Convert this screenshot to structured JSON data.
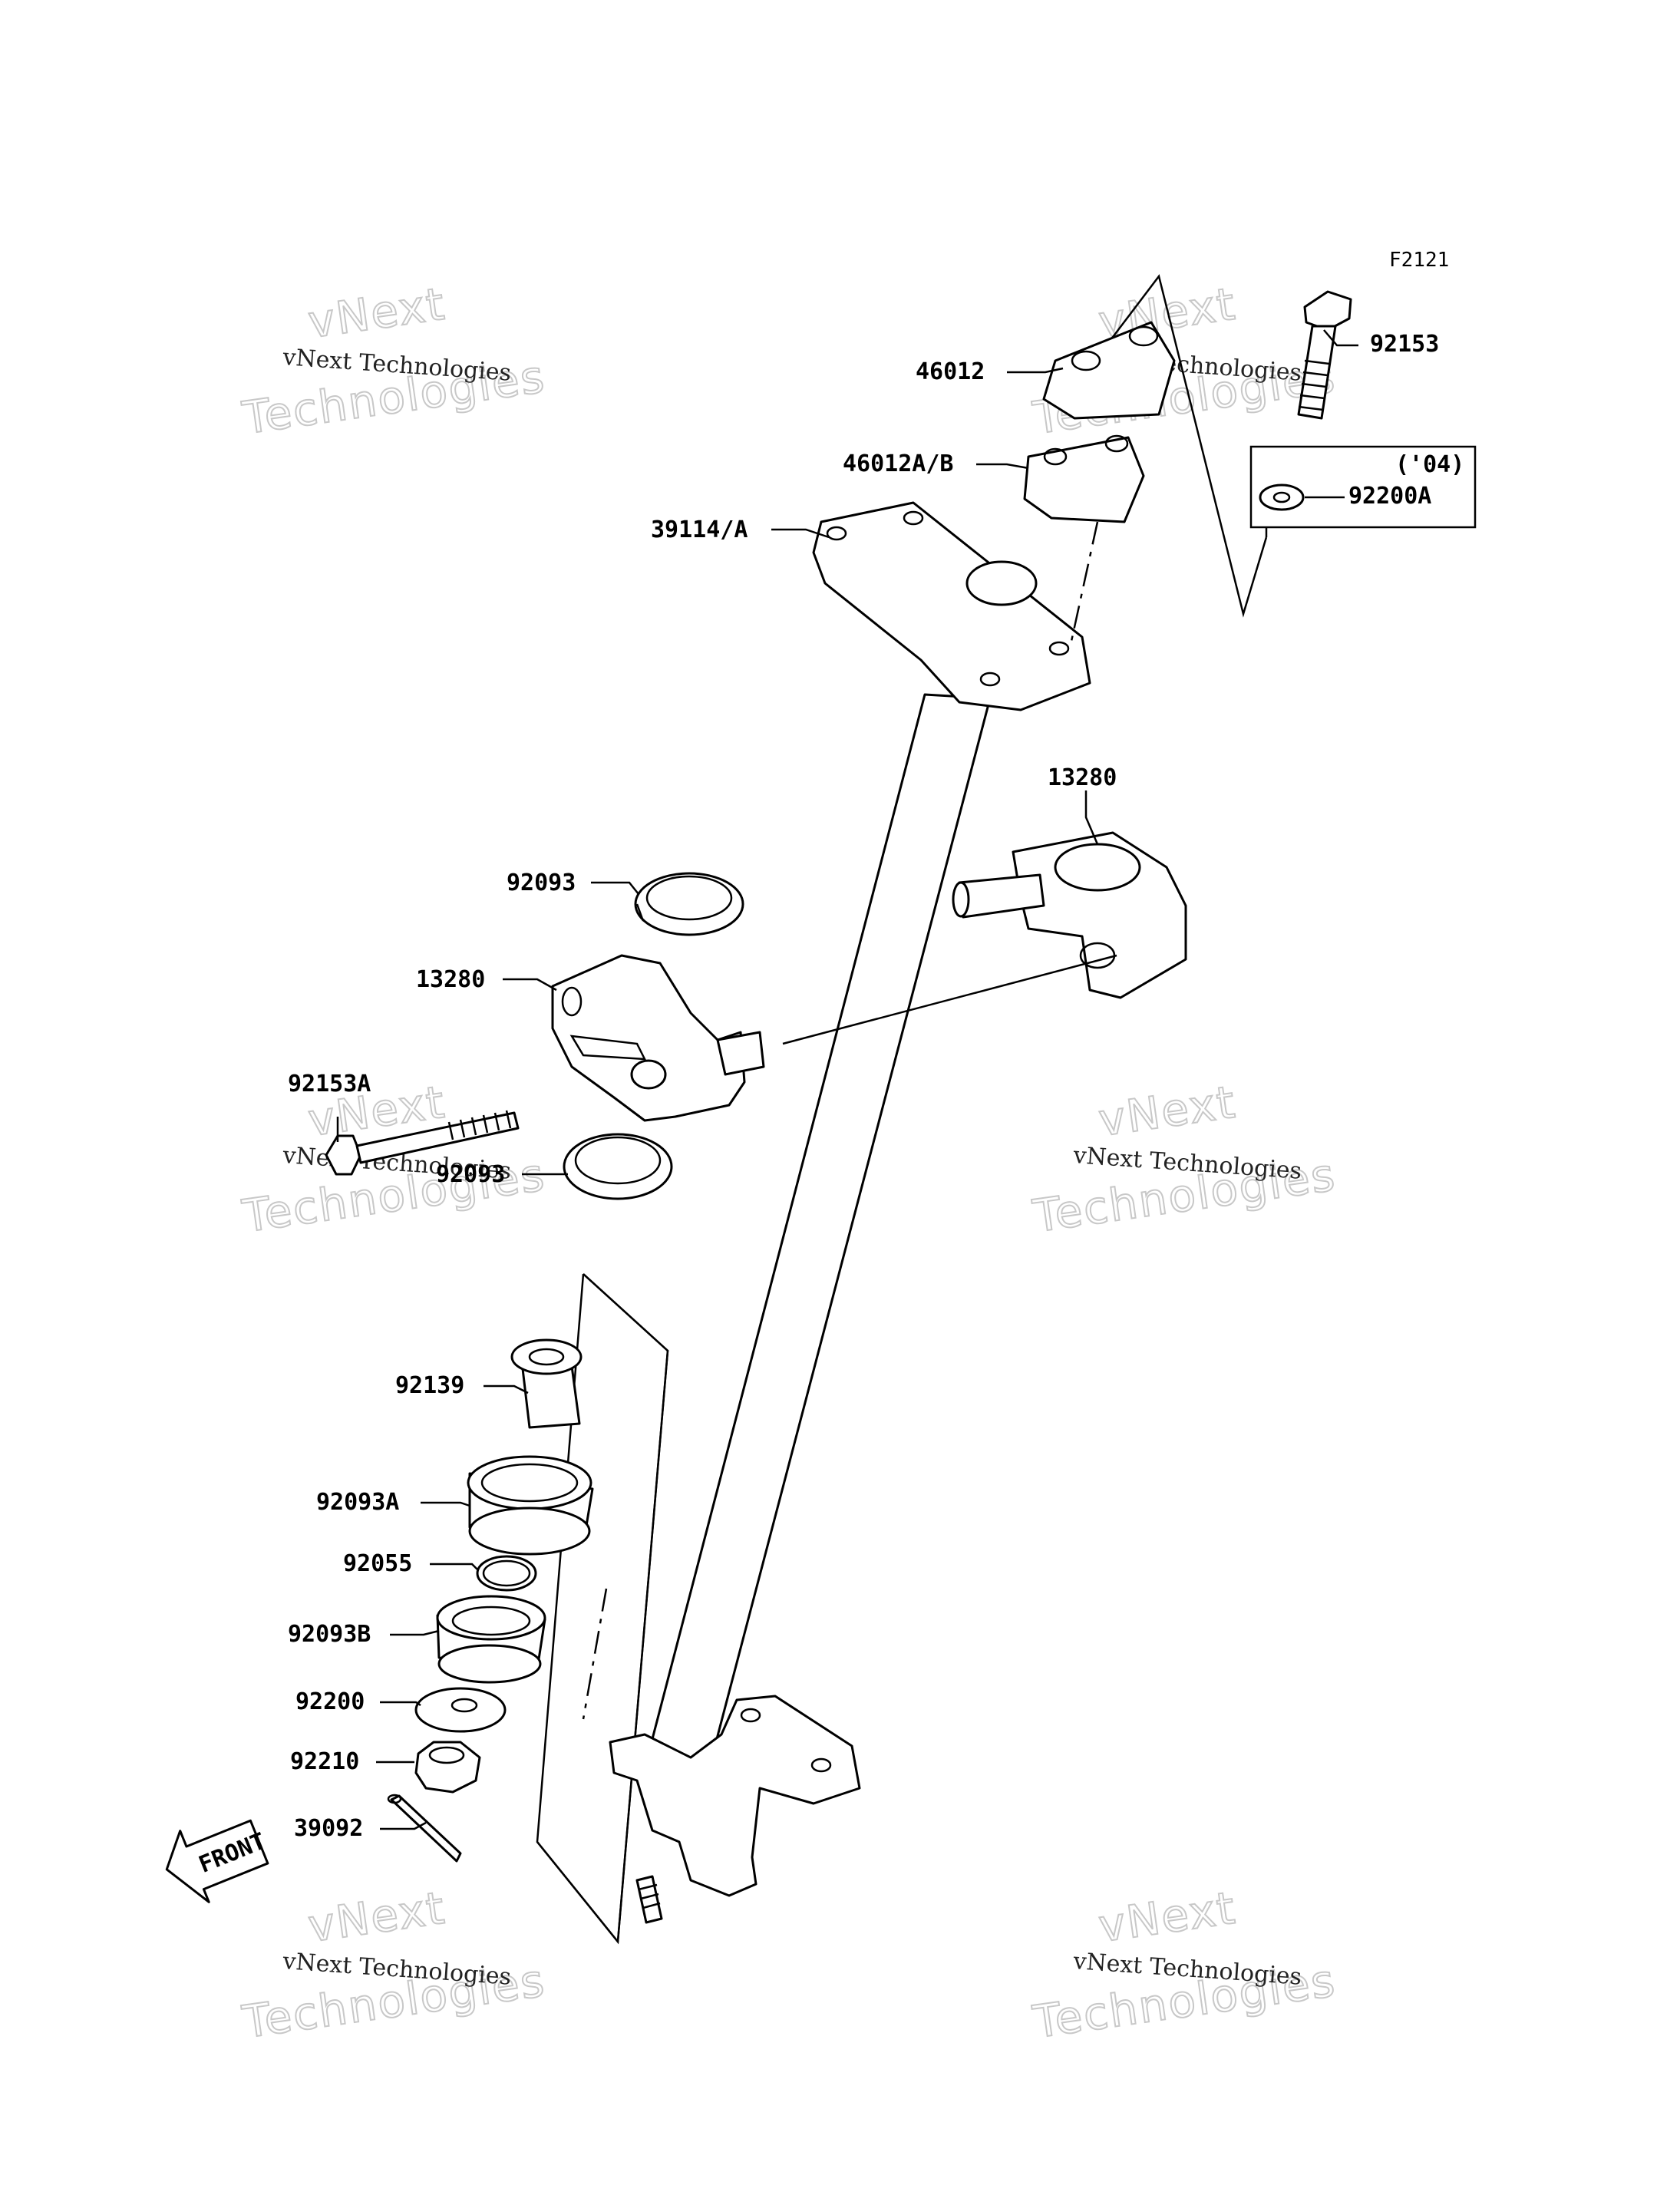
{
  "figure_code": "F2121",
  "front_arrow_label": "FRONT",
  "variant_note": "('04)",
  "watermark": {
    "line_small": "vNext Technologies",
    "line_top": "vNext",
    "line_bottom": "Technologies"
  },
  "parts": [
    {
      "id": "p-92153",
      "label": "92153"
    },
    {
      "id": "p-46012",
      "label": "46012"
    },
    {
      "id": "p-46012ab",
      "label": "46012A/B"
    },
    {
      "id": "p-92200a",
      "label": "92200A"
    },
    {
      "id": "p-39114a",
      "label": "39114/A"
    },
    {
      "id": "p-13280-r",
      "label": "13280"
    },
    {
      "id": "p-92093-top",
      "label": "92093"
    },
    {
      "id": "p-13280-l",
      "label": "13280"
    },
    {
      "id": "p-92153a",
      "label": "92153A"
    },
    {
      "id": "p-92093-bot",
      "label": "92093"
    },
    {
      "id": "p-92139",
      "label": "92139"
    },
    {
      "id": "p-92093a",
      "label": "92093A"
    },
    {
      "id": "p-92055",
      "label": "92055"
    },
    {
      "id": "p-92093b",
      "label": "92093B"
    },
    {
      "id": "p-92200",
      "label": "92200"
    },
    {
      "id": "p-92210",
      "label": "92210"
    },
    {
      "id": "p-39092",
      "label": "39092"
    }
  ]
}
